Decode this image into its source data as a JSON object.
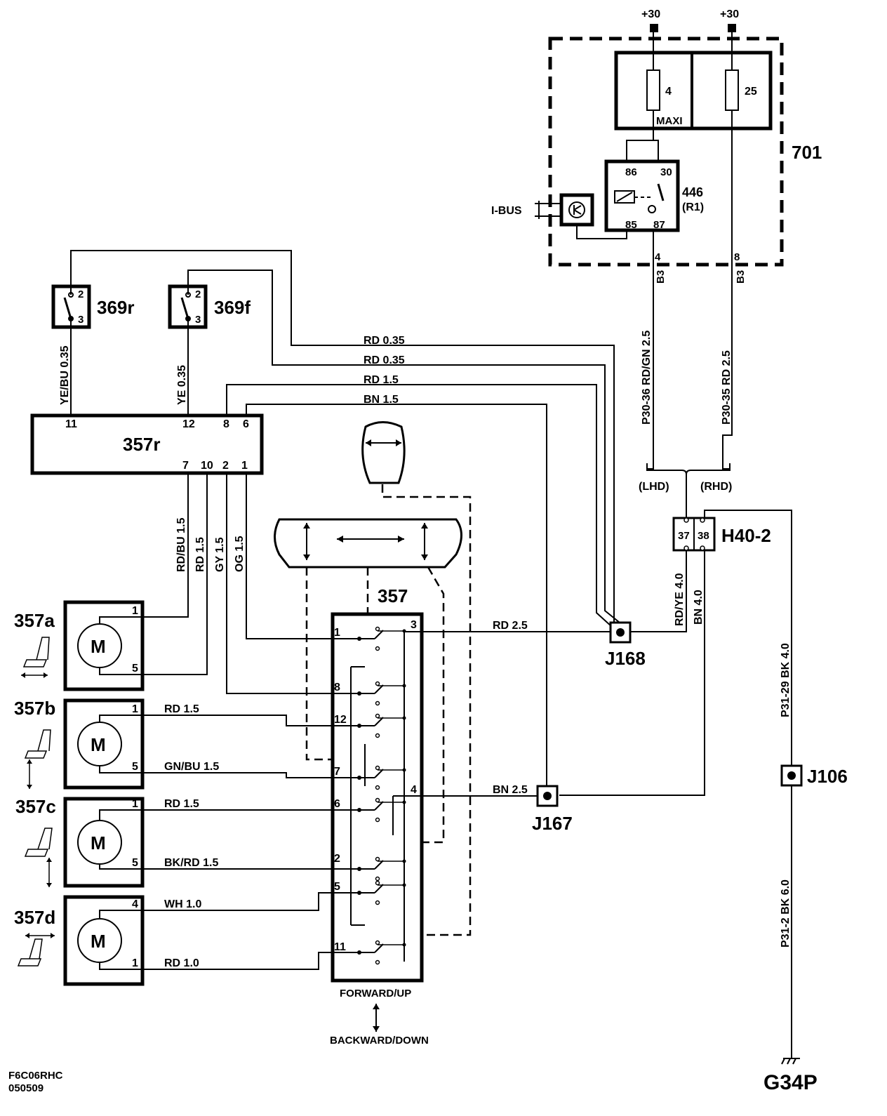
{
  "fuse_box": {
    "id": "701",
    "supplies": [
      "+30",
      "+30"
    ],
    "fuses": [
      {
        "number": "4",
        "type": "MAXI"
      },
      {
        "number": "25"
      }
    ],
    "relay": {
      "id": "446",
      "sub": "(R1)",
      "pins": [
        "86",
        "30",
        "85",
        "87"
      ]
    },
    "ibus_label": "I-BUS",
    "outputs": [
      {
        "pin": "4",
        "conn": "B3"
      },
      {
        "pin": "8",
        "conn": "B3"
      }
    ]
  },
  "switches": [
    {
      "id": "369r",
      "pins": [
        "2",
        "3"
      ],
      "wire": "YE/BU 0.35"
    },
    {
      "id": "369f",
      "pins": [
        "2",
        "3"
      ],
      "wire": "YE  0.35"
    }
  ],
  "control_357r": {
    "id": "357r",
    "top_pins": [
      "11",
      "12",
      "8",
      "6"
    ],
    "bottom_pins": [
      "7",
      "10",
      "2",
      "1"
    ],
    "bottom_wires": [
      "RD/BU 1.5",
      "RD 1.5",
      "GY 1.5",
      "OG 1.5"
    ]
  },
  "harness_wires": [
    "RD 0.35",
    "RD  0.35",
    "RD   1.5",
    "BN  1.5"
  ],
  "switch_357": {
    "id": "357",
    "left_pins": [
      "1",
      "8",
      "12",
      "7",
      "6",
      "2",
      "5",
      "11"
    ],
    "right_pins": [
      "3",
      "4"
    ],
    "label_forward": "FORWARD/UP",
    "label_backward": "BACKWARD/DOWN"
  },
  "motors": [
    {
      "id": "357a",
      "symbol": "M",
      "pins": [
        "1",
        "5"
      ],
      "wires": [
        "",
        ""
      ]
    },
    {
      "id": "357b",
      "symbol": "M",
      "pins": [
        "1",
        "5"
      ],
      "wires": [
        "RD 1.5",
        "GN/BU 1.5"
      ]
    },
    {
      "id": "357c",
      "symbol": "M",
      "pins": [
        "1",
        "5"
      ],
      "wires": [
        "RD 1.5",
        "BK/RD 1.5"
      ]
    },
    {
      "id": "357d",
      "symbol": "M",
      "pins": [
        "4",
        "1"
      ],
      "wires": [
        "WH  1.0",
        "RD  1.0"
      ]
    }
  ],
  "supply_wires": {
    "lhd": "P30-36  RD/GN 2.5",
    "rhd": "P30-35 RD  2.5",
    "lhd_label": "(LHD)",
    "rhd_label": "(RHD)"
  },
  "connector_h40": {
    "id": "H40-2",
    "pins": [
      "37",
      "38"
    ],
    "wires": [
      "RD/YE 4.0",
      "BN  4.0"
    ]
  },
  "splices": [
    {
      "id": "J168",
      "wire": "RD 2.5"
    },
    {
      "id": "J167",
      "wire": "BN  2.5"
    },
    {
      "id": "J106"
    }
  ],
  "ground": {
    "id": "G34P",
    "wires": [
      "P31-29  BK  4.0",
      "P31-2  BK  6.0"
    ]
  },
  "footer": {
    "code": "F6C06RHC",
    "date": "050509"
  }
}
